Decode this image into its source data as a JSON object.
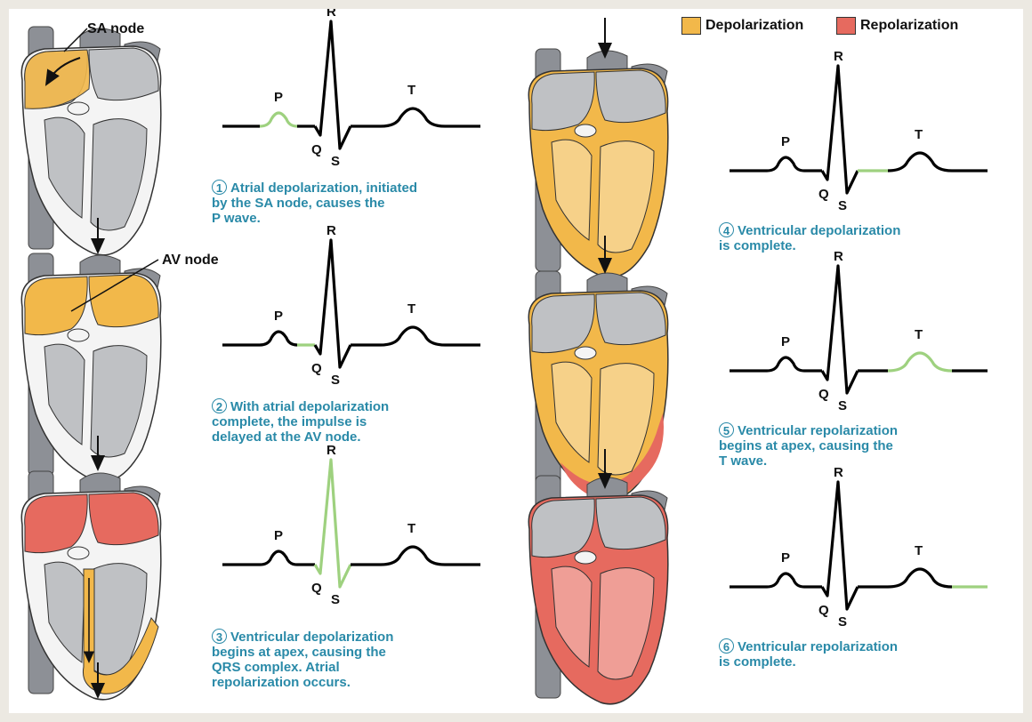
{
  "legend": {
    "depolarization_label": "Depolarization",
    "repolarization_label": "Repolarization",
    "depolarization_color": "#f2b84a",
    "repolarization_color": "#e66a5f"
  },
  "colors": {
    "highlight_segment": "#9ed17f",
    "caption_text": "#2a8aa8",
    "trace": "#000000"
  },
  "node_labels": {
    "sa_node": "SA node",
    "av_node": "AV node"
  },
  "ecg_labels": {
    "p": "P",
    "q": "Q",
    "r": "R",
    "s": "S",
    "t": "T"
  },
  "steps": [
    {
      "number": "1",
      "lines": [
        "Atrial depolarization, initiated",
        "by the SA node, causes the",
        "P wave."
      ],
      "highlight": "P"
    },
    {
      "number": "2",
      "lines": [
        "With atrial depolarization",
        "complete, the impulse is",
        "delayed at the AV node."
      ],
      "highlight": "PQ"
    },
    {
      "number": "3",
      "lines": [
        "Ventricular depolarization",
        "begins at apex, causing the",
        "QRS complex. Atrial",
        "repolarization occurs."
      ],
      "highlight": "QRS"
    },
    {
      "number": "4",
      "lines": [
        "Ventricular depolarization",
        "is complete."
      ],
      "highlight": "ST"
    },
    {
      "number": "5",
      "lines": [
        "Ventricular repolarization",
        "begins at apex, causing the",
        "T wave."
      ],
      "highlight": "T"
    },
    {
      "number": "6",
      "lines": [
        "Ventricular repolarization",
        "is complete."
      ],
      "highlight": "END"
    }
  ]
}
